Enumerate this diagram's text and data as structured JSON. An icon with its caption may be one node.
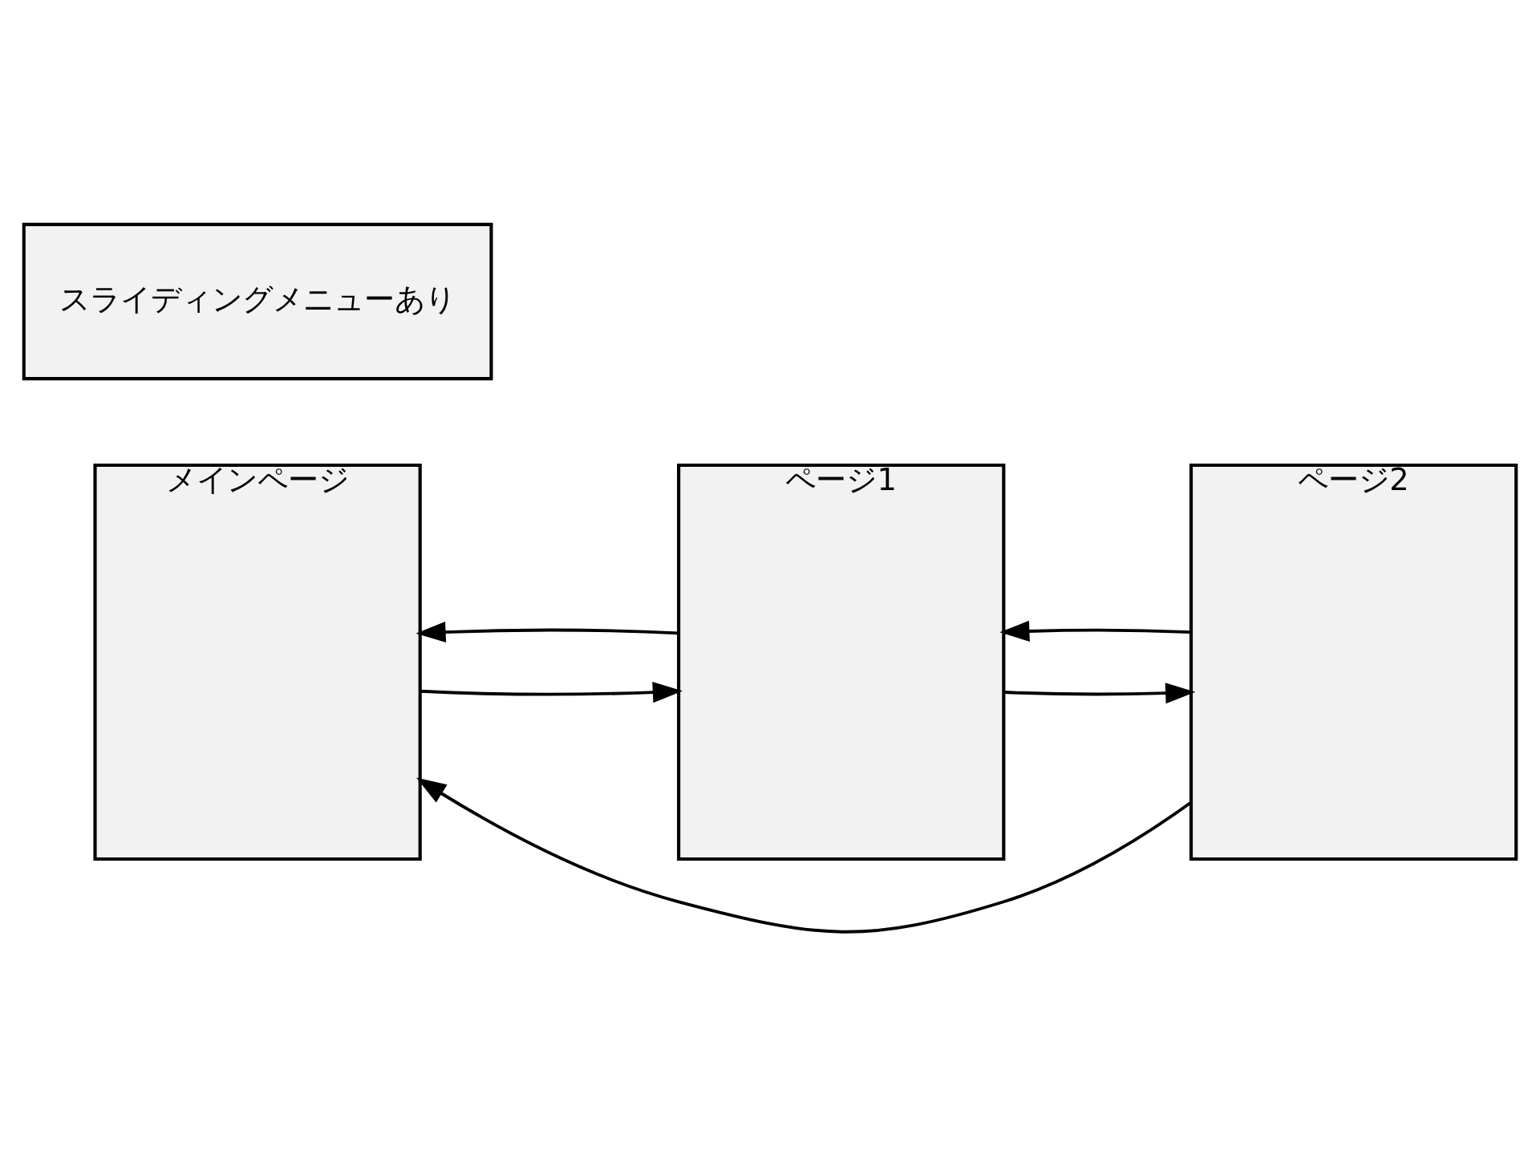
{
  "diagram": {
    "nodes": [
      {
        "text": [
          "メインページ"
        ]
      },
      {
        "text": [
          "スライディングメニューあり"
        ]
      },
      {
        "text": [
          "ページ1"
        ]
      },
      {
        "text": [
          "ページ2"
        ]
      }
    ],
    "edges": [
      {
        "from": 0,
        "to": 2,
        "arrow": "to"
      },
      {
        "from": 2,
        "to": 3,
        "arrow": "to"
      },
      {
        "from": 3,
        "to": 2,
        "arrow": "to"
      },
      {
        "from": 2,
        "to": 0,
        "arrow": "to"
      },
      {
        "from": 3,
        "to": 0,
        "arrow": "to"
      }
    ]
  }
}
